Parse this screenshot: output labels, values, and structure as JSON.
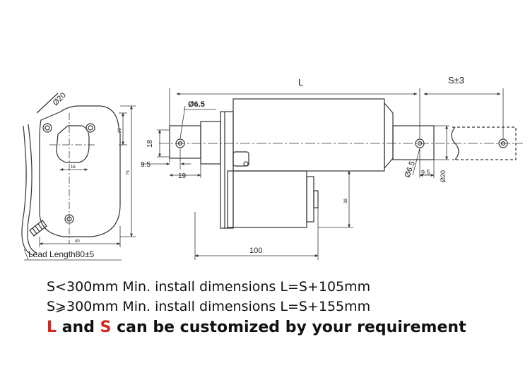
{
  "diagram": {
    "dimensions": {
      "L": "L",
      "S": "S±3",
      "hole_dia_top": "Ø6.5",
      "hole_dia_rod": "Ø6.5",
      "rod_dia": "Ø20",
      "side_dia": "Ø20",
      "height_18": "18",
      "offset_9_5_left": "9.5",
      "offset_9_5_right": "9.5",
      "length_19": "19",
      "length_100": "100",
      "width_40": "40",
      "height_75": "75",
      "height_20": "20",
      "width_16": "16",
      "motor_38": "38",
      "lead_length": "Lead Length80±5"
    }
  },
  "notes": {
    "line1": "S<300mm Min. install dimensions L=S+105mm",
    "line2": "S⩾300mm Min. install dimensions L=S+155mm",
    "line3": {
      "L": "L",
      "and": " and ",
      "S": "S",
      "rest": " can be customized by your requirement"
    }
  },
  "colors": {
    "accent": "#d8261c",
    "line": "#333333"
  }
}
